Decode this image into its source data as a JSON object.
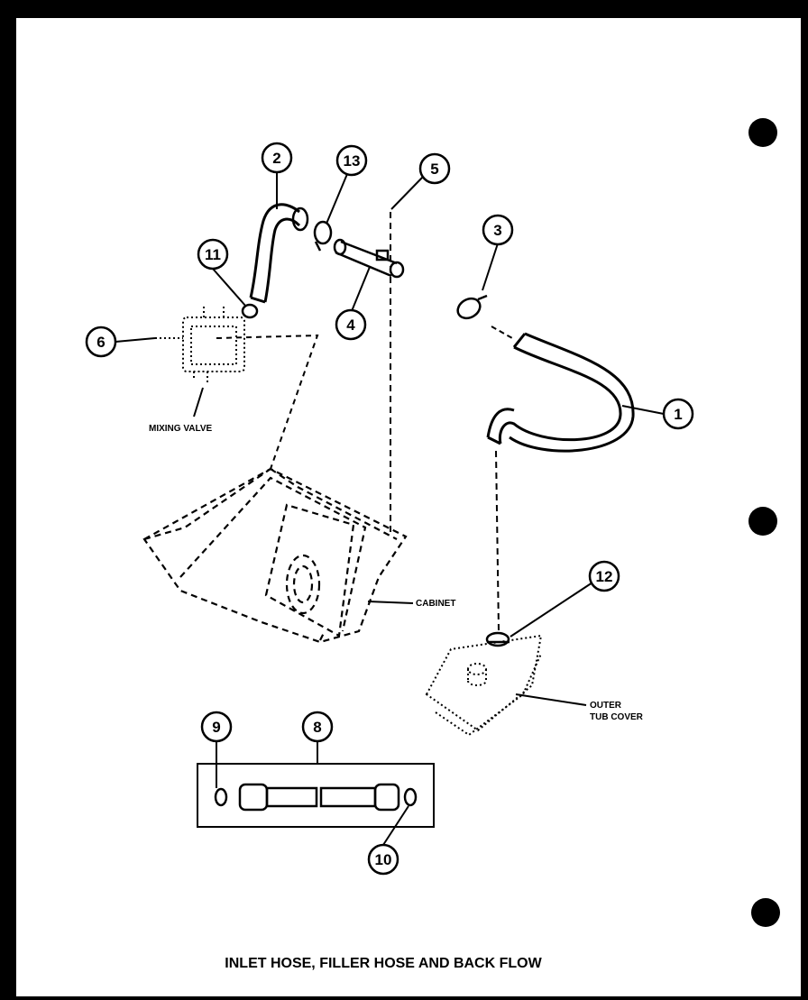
{
  "diagram": {
    "title": "INLET HOSE, FILLER HOSE AND BACK FLOW",
    "callouts": [
      "1",
      "2",
      "3",
      "4",
      "5",
      "6",
      "8",
      "9",
      "10",
      "11",
      "12",
      "13"
    ],
    "labels": {
      "mixing_valve": "MIXING VALVE",
      "cabinet": "CABINET",
      "outer_line1": "OUTER",
      "outer_line2": "TUB COVER"
    }
  },
  "colors": {
    "ink": "#000000",
    "paper": "#ffffff",
    "border": "#000000"
  }
}
